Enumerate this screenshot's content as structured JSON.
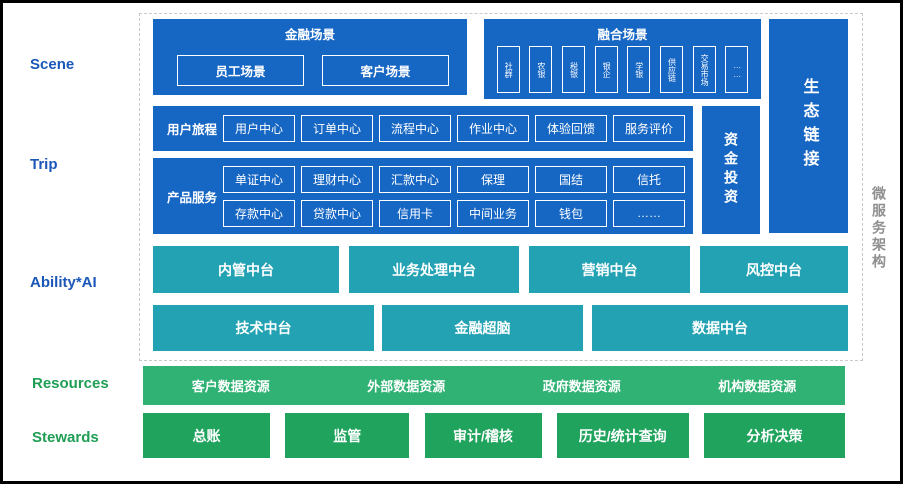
{
  "side_labels": [
    {
      "label": "Scene"
    },
    {
      "label": "Trip"
    },
    {
      "label": "Ability*AI"
    },
    {
      "label": "Resources"
    },
    {
      "label": "Stewards"
    }
  ],
  "scene": {
    "finance": {
      "title": "金融场景",
      "items": [
        "员工场景",
        "客户场景"
      ]
    },
    "fusion": {
      "title": "融合场景",
      "items": [
        "社群",
        "农银",
        "税银",
        "银企",
        "学银",
        "供应链",
        "交易市场",
        "……"
      ]
    }
  },
  "eco_link": "生态链接",
  "fund_invest": "资金投资",
  "micro_service": "微服务架构",
  "trip": {
    "journey": {
      "label": "用户旅程",
      "items": [
        "用户中心",
        "订单中心",
        "流程中心",
        "作业中心",
        "体验回馈",
        "服务评价"
      ]
    },
    "product": {
      "label": "产品服务",
      "rows": [
        [
          "单证中心",
          "理财中心",
          "汇款中心",
          "保理",
          "国结",
          "信托"
        ],
        [
          "存款中心",
          "贷款中心",
          "信用卡",
          "中间业务",
          "钱包",
          "……"
        ]
      ]
    }
  },
  "ability": {
    "row1": [
      "内管中台",
      "业务处理中台",
      "营销中台",
      "风控中台"
    ],
    "row2": [
      "技术中台",
      "金融超脑",
      "数据中台"
    ]
  },
  "resources": [
    "客户数据资源",
    "外部数据资源",
    "政府数据资源",
    "机构数据资源"
  ],
  "stewards": [
    "总账",
    "监管",
    "审计/稽核",
    "历史/统计查询",
    "分析决策"
  ],
  "colors": {
    "box_blue": "#1666c4",
    "box_teal": "#22a2b3",
    "resources_green": "#2fb273",
    "stewards_green": "#20a35d",
    "side_label_blue": "#1b57b8",
    "side_label_green": "#1f9e55",
    "micro_service_gray": "#8f8f8f"
  }
}
